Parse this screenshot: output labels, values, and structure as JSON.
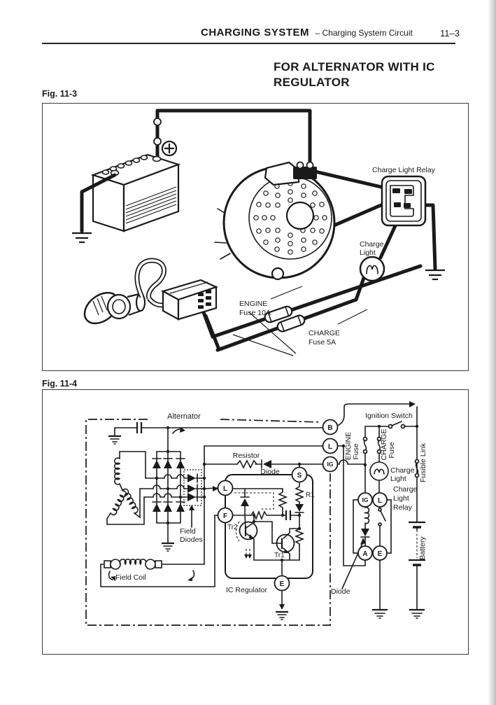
{
  "page": {
    "background": "#ffffff",
    "ink": "#1a1a1a"
  },
  "header": {
    "section_title": "CHARGING SYSTEM",
    "section_subtitle": "– Charging System Circuit",
    "page_number": "11–3"
  },
  "heading": {
    "line1": "FOR ALTERNATOR WITH IC",
    "line2": "REGULATOR"
  },
  "fig3": {
    "caption": "Fig. 11-3",
    "labels": {
      "charge_light_relay": "Charge Light Relay",
      "charge_light_line1": "Charge",
      "charge_light_line2": "Light",
      "engine_fuse_line1": "ENGINE",
      "engine_fuse_line2": "Fuse 10A",
      "charge_fuse_line1": "CHARGE",
      "charge_fuse_line2": "Fuse 5A",
      "battery_plus": "+"
    }
  },
  "fig4": {
    "caption": "Fig. 11-4",
    "labels": {
      "alternator": "Alternator",
      "ignition_switch": "Ignition Switch",
      "engine_fuse_line1": "ENGINE",
      "engine_fuse_line2": "Fuse",
      "charge_fuse_line1": "CHARGE",
      "charge_fuse_line2": "Fuse",
      "fusible_link": "Fusible Link",
      "charge_light_line1": "Charge",
      "charge_light_line2": "Light",
      "charge_light_relay_line1": "Charge",
      "charge_light_relay_line2": "Light",
      "charge_light_relay_line3": "Relay",
      "resistor": "Resistor",
      "diode_top": "Diode",
      "field_diodes_line1": "Field",
      "field_diodes_line2": "Diodes",
      "field_coil": "Field Coil",
      "ic_regulator": "IC Regulator",
      "relay_diode": "Diode",
      "battery": "Battery",
      "r1": "R1",
      "tr1": "Tr1",
      "tr2": "Tr2"
    },
    "terminals": {
      "b": "B",
      "l": "L",
      "ig": "IG",
      "s": "S",
      "reg_l": "L",
      "reg_f": "F",
      "reg_e": "E",
      "relay_ig": "IG",
      "relay_l": "L",
      "relay_a": "A",
      "relay_e": "E"
    }
  }
}
